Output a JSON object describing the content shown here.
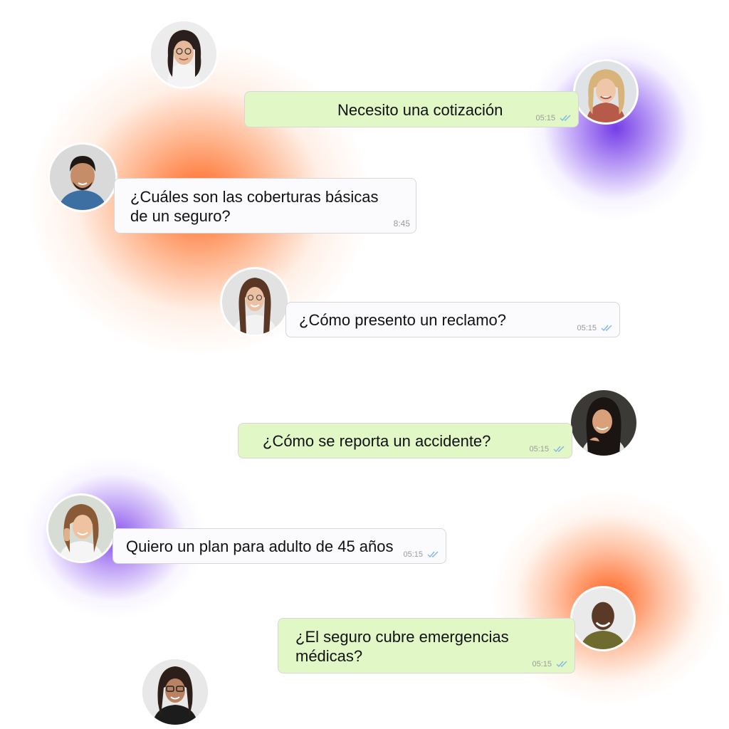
{
  "messages": [
    {
      "text_lines": [
        "Necesito una cotización"
      ],
      "time": "05:15",
      "direction": "out",
      "read": true,
      "check_color": "#7fb6e6"
    },
    {
      "text_lines": [
        "¿Cuáles son las coberturas básicas",
        "de un seguro?"
      ],
      "time": "8:45",
      "direction": "in",
      "read": false
    },
    {
      "text_lines": [
        "¿Cómo presento un reclamo?"
      ],
      "time": "05:15",
      "direction": "in",
      "read": true,
      "check_color": "#7fb6e6"
    },
    {
      "text_lines": [
        "¿Cómo se reporta un accidente?"
      ],
      "time": "05:15",
      "direction": "out",
      "read": true,
      "check_color": "#7fb6e6"
    },
    {
      "text_lines": [
        "Quiero un plan para adulto de 45 años"
      ],
      "time": "05:15",
      "direction": "in",
      "read": true,
      "check_color": "#7fb6e6"
    },
    {
      "text_lines": [
        "¿El seguro cubre emergencias",
        "médicas?"
      ],
      "time": "05:15",
      "direction": "out",
      "read": true,
      "check_color": "#7fb6e6"
    }
  ],
  "colors": {
    "outgoing_bubble": "#e1f8c6",
    "incoming_bubble": "#fbfbfd",
    "glow_orange": "#ff5f14",
    "glow_purple": "#6e32e6"
  },
  "avatars": [
    {
      "name": "avatar-woman-glasses-top",
      "icon": "person-avatar"
    },
    {
      "name": "avatar-woman-blonde",
      "icon": "person-avatar"
    },
    {
      "name": "avatar-man-smiling",
      "icon": "person-avatar"
    },
    {
      "name": "avatar-woman-long-hair",
      "icon": "person-avatar"
    },
    {
      "name": "avatar-woman-dark-hair",
      "icon": "person-avatar"
    },
    {
      "name": "avatar-woman-phone",
      "icon": "person-avatar"
    },
    {
      "name": "avatar-man-bald",
      "icon": "person-avatar"
    },
    {
      "name": "avatar-woman-glasses-bottom",
      "icon": "person-avatar"
    }
  ]
}
